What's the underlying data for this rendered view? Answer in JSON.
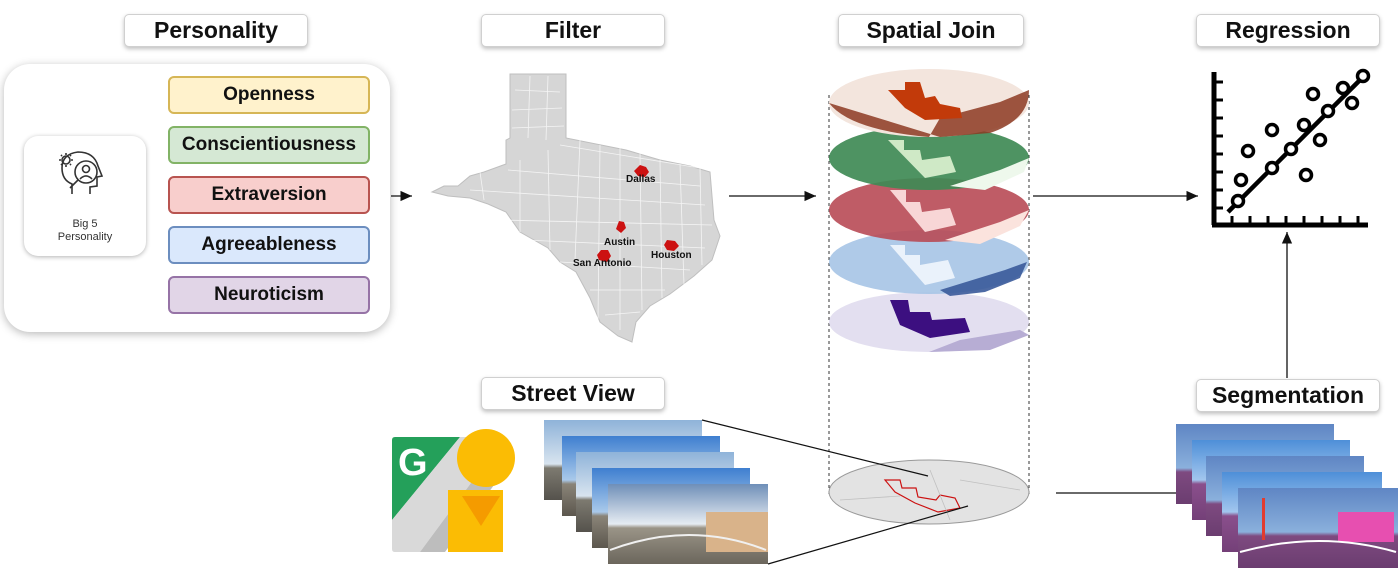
{
  "stages": {
    "personality": "Personality",
    "filter": "Filter",
    "spatial_join": "Spatial Join",
    "regression": "Regression",
    "street_view": "Street View",
    "segmentation": "Segmentation"
  },
  "big5": {
    "label_line1": "Big 5",
    "label_line2": "Personality"
  },
  "traits": [
    {
      "label": "Openness",
      "fill": "#fff2cc",
      "border": "#d6b656"
    },
    {
      "label": "Conscientiousness",
      "fill": "#d5e8d4",
      "border": "#82b366"
    },
    {
      "label": "Extraversion",
      "fill": "#f8cecc",
      "border": "#b85450"
    },
    {
      "label": "Agreeableness",
      "fill": "#dae8fc",
      "border": "#6c8ebf"
    },
    {
      "label": "Neuroticism",
      "fill": "#e1d5e7",
      "border": "#9673a6"
    }
  ],
  "cities": {
    "dallas": "Dallas",
    "austin": "Austin",
    "san_antonio": "San Antonio",
    "houston": "Houston"
  },
  "layer_colors": [
    "#7a2a14",
    "#2e6e3a",
    "#9c2030",
    "#3a78b0",
    "#3a1478"
  ],
  "street_view_logo": {
    "letter": "G"
  }
}
